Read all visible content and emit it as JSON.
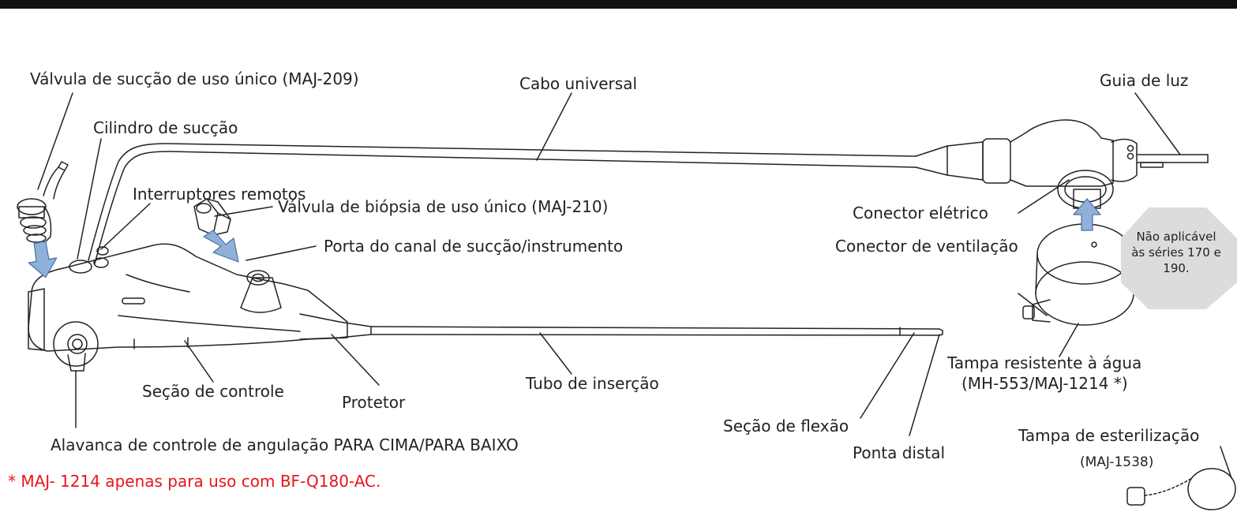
{
  "labels": {
    "suction_valve": "Válvula de sucção de uso único (MAJ-209)",
    "universal_cord": "Cabo universal",
    "light_guide": "Guia de luz",
    "suction_cylinder": "Cilindro de sucção",
    "remote_switches": "Interruptores remotos",
    "biopsy_valve": "Válvula de biópsia de uso único (MAJ-210)",
    "electrical_connector": "Conector elétrico",
    "channel_port": "Porta do canal de sucção/instrumento",
    "venting_connector": "Conector de ventilação",
    "control_section": "Seção de controle",
    "boot": "Protetor",
    "insertion_tube": "Tubo de inserção",
    "water_cap_line1": "Tampa resistente à água",
    "water_cap_line2": "(MH-553/MAJ-1214 *)",
    "bending_section": "Seção de flexão",
    "distal_end": "Ponta distal",
    "angulation_lever": "Alavanca de controle de angulação PARA CIMA/PARA BAIXO",
    "steril_cap_line1": "Tampa de esterilização",
    "steril_cap_line2": "(MAJ-1538)"
  },
  "not_applicable": "Não aplicável às séries 170 e 190.",
  "footnote": "* MAJ- 1214 apenas para uso com BF-Q180-AC.",
  "colors": {
    "footnote": "#e8141b",
    "arrow": "#8fb0d8",
    "octagon": "#dcdcdc"
  }
}
